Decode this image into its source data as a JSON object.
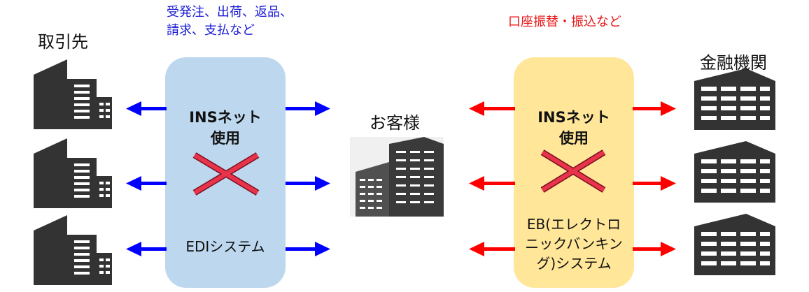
{
  "labels": {
    "partners": "取引先",
    "customer": "お客様",
    "banks": "金融機関"
  },
  "notes": {
    "edi_top_line1": "受発注、出荷、返品、",
    "edi_top_line2": "請求、支払など",
    "eb_top": "口座振替・振込など"
  },
  "panels": {
    "edi": {
      "title_line1": "INSネット",
      "title_line2": "使用",
      "subtitle": "EDIシステム"
    },
    "eb": {
      "title_line1": "INSネット",
      "title_line2": "使用",
      "subtitle_line1": "EB(エレクトロ",
      "subtitle_line2": "ニックバンキン",
      "subtitle_line3": "グ)システム"
    }
  },
  "colors": {
    "edi_panel": "#bdd7ee",
    "eb_panel": "#ffe699",
    "edi_arrow": "#0000ff",
    "eb_arrow": "#ff0000",
    "cross": "#e8344a",
    "building": "#333333"
  }
}
